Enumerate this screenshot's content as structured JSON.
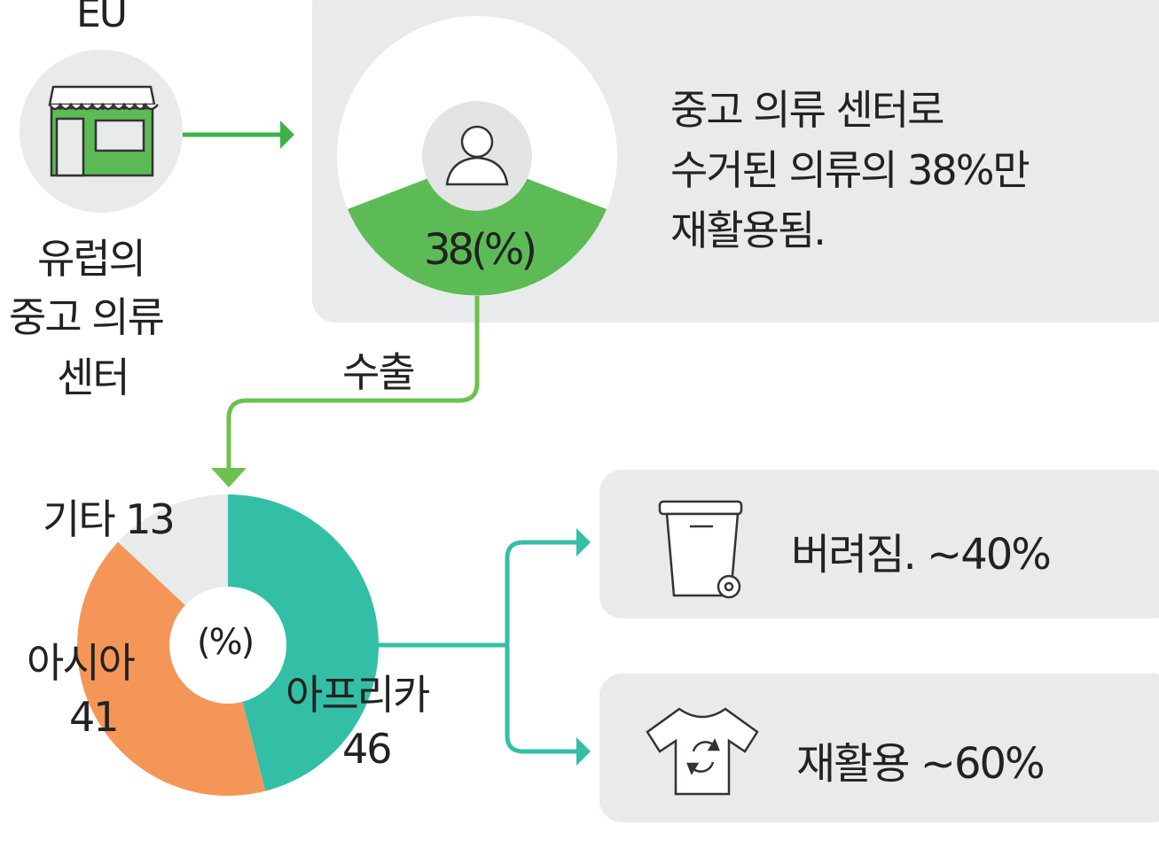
{
  "origin": {
    "region": "EU",
    "label_lines": [
      "유럽의",
      "중고 의류",
      "센터"
    ]
  },
  "recycle_box": {
    "value_label": "38(%)",
    "description_lines": [
      "중고 의류 센터로",
      "수거된 의류의 38%만",
      "재활용됨."
    ]
  },
  "export_label": "수출",
  "chart_data": {
    "type": "pie",
    "center_label": "(%)",
    "categories": [
      "아프리카",
      "아시아",
      "기타"
    ],
    "values": [
      46,
      41,
      13
    ],
    "colors": [
      "#33bfa5",
      "#f59659",
      "#e8eaeb"
    ],
    "labels": [
      {
        "name": "아프리카",
        "value": "46"
      },
      {
        "name": "아시아",
        "value": "41"
      },
      {
        "name": "기타",
        "value": "13"
      }
    ]
  },
  "outcomes": [
    {
      "icon": "trash-bin-icon",
      "text": "버려짐. ~40%"
    },
    {
      "icon": "tshirt-recycle-icon",
      "text": "재활용 ~60%"
    }
  ],
  "colors": {
    "green": "#5dbb55",
    "teal": "#33bfa5",
    "orange": "#f59659",
    "panel": "#e8eaeb",
    "arrow_green": "#3db24b"
  }
}
